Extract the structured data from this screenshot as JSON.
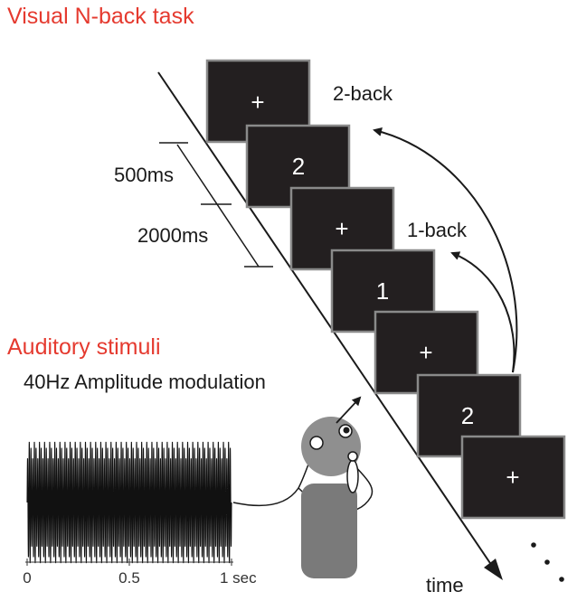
{
  "visual_section": {
    "title": "Visual N-back task",
    "title_color": "#e53a2f",
    "stimuli": [
      "+",
      "2",
      "+",
      "1",
      "+",
      "2",
      "+"
    ],
    "screen_color": "#231f20",
    "screen_border_color": "#8a8a8a",
    "arrows": [
      {
        "label": "2-back"
      },
      {
        "label": "1-back"
      }
    ],
    "durations": [
      "500ms",
      "2000ms"
    ],
    "time_axis_label": "time"
  },
  "auditory_section": {
    "title": "Auditory stimuli",
    "title_color": "#e53a2f",
    "waveform_label": "40Hz Amplitude modulation",
    "x_ticks": [
      "0",
      "0.5",
      "1 sec"
    ]
  },
  "person": {
    "body_color": "#7a7a7a",
    "head_color": "#8f8f8f"
  }
}
